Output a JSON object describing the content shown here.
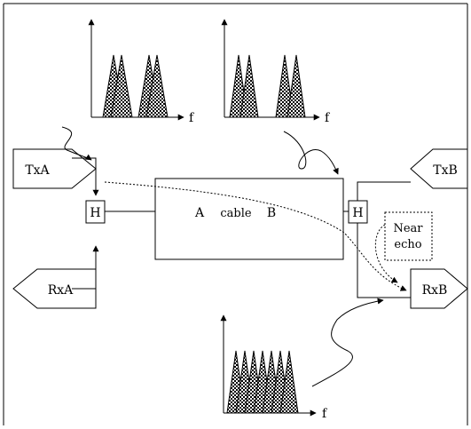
{
  "labels": {
    "tx_a": "TxA",
    "rx_a": "RxA",
    "tx_b": "TxB",
    "rx_b": "RxB",
    "hybrid_left": "H",
    "hybrid_right": "H",
    "cable_left": "A",
    "cable_mid": "cable",
    "cable_right": "B",
    "near_echo_line1": "Near",
    "near_echo_line2": "echo",
    "freq_axis_1": "f",
    "freq_axis_2": "f",
    "freq_axis_3": "f"
  },
  "colors": {
    "line": "#000000",
    "background": "#ffffff"
  }
}
